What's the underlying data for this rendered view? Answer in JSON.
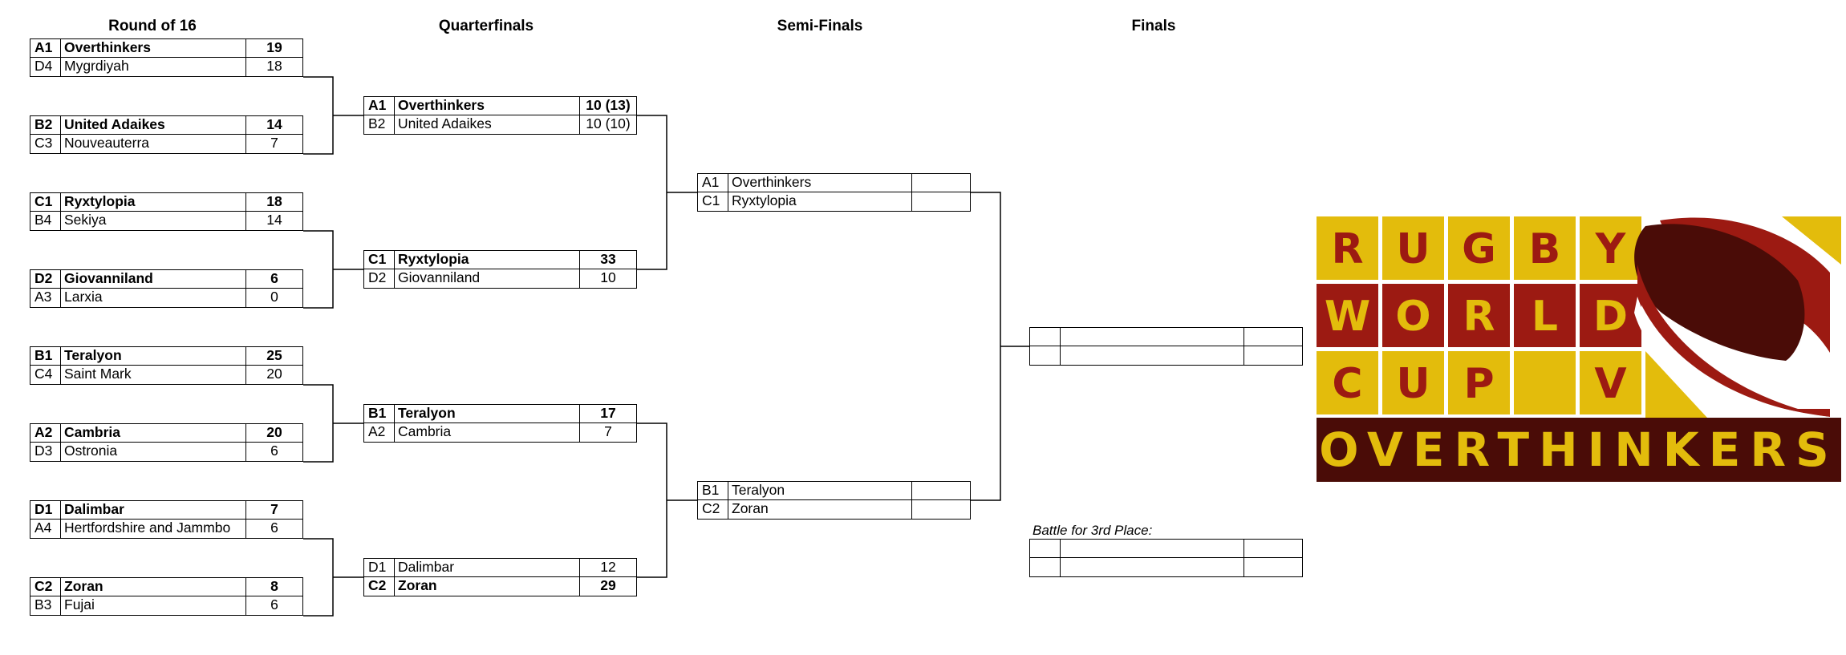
{
  "rounds": {
    "r16": "Round of 16",
    "qf": "Quarterfinals",
    "sf": "Semi-Finals",
    "final": "Finals"
  },
  "r16": [
    {
      "a": {
        "seed": "A1",
        "team": "Overthinkers",
        "score": "19",
        "win": true
      },
      "b": {
        "seed": "D4",
        "team": "Mygrdiyah",
        "score": "18",
        "win": false
      }
    },
    {
      "a": {
        "seed": "B2",
        "team": "United Adaikes",
        "score": "14",
        "win": true
      },
      "b": {
        "seed": "C3",
        "team": "Nouveauterra",
        "score": "7",
        "win": false
      }
    },
    {
      "a": {
        "seed": "C1",
        "team": "Ryxtylopia",
        "score": "18",
        "win": true
      },
      "b": {
        "seed": "B4",
        "team": "Sekiya",
        "score": "14",
        "win": false
      }
    },
    {
      "a": {
        "seed": "D2",
        "team": "Giovanniland",
        "score": "6",
        "win": true
      },
      "b": {
        "seed": "A3",
        "team": "Larxia",
        "score": "0",
        "win": false
      }
    },
    {
      "a": {
        "seed": "B1",
        "team": "Teralyon",
        "score": "25",
        "win": true
      },
      "b": {
        "seed": "C4",
        "team": "Saint Mark",
        "score": "20",
        "win": false
      }
    },
    {
      "a": {
        "seed": "A2",
        "team": "Cambria",
        "score": "20",
        "win": true
      },
      "b": {
        "seed": "D3",
        "team": "Ostronia",
        "score": "6",
        "win": false
      }
    },
    {
      "a": {
        "seed": "D1",
        "team": "Dalimbar",
        "score": "7",
        "win": true
      },
      "b": {
        "seed": "A4",
        "team": "Hertfordshire and Jammbo",
        "score": "6",
        "win": false
      }
    },
    {
      "a": {
        "seed": "C2",
        "team": "Zoran",
        "score": "8",
        "win": true
      },
      "b": {
        "seed": "B3",
        "team": "Fujai",
        "score": "6",
        "win": false
      }
    }
  ],
  "qf": [
    {
      "a": {
        "seed": "A1",
        "team": "Overthinkers",
        "score": "10 (13)",
        "win": true
      },
      "b": {
        "seed": "B2",
        "team": "United Adaikes",
        "score": "10 (10)",
        "win": false
      }
    },
    {
      "a": {
        "seed": "C1",
        "team": "Ryxtylopia",
        "score": "33",
        "win": true
      },
      "b": {
        "seed": "D2",
        "team": "Giovanniland",
        "score": "10",
        "win": false
      }
    },
    {
      "a": {
        "seed": "B1",
        "team": "Teralyon",
        "score": "17",
        "win": true
      },
      "b": {
        "seed": "A2",
        "team": "Cambria",
        "score": "7",
        "win": false
      }
    },
    {
      "a": {
        "seed": "D1",
        "team": "Dalimbar",
        "score": "12",
        "win": false
      },
      "b": {
        "seed": "C2",
        "team": "Zoran",
        "score": "29",
        "win": true
      }
    }
  ],
  "sf": [
    {
      "a": {
        "seed": "A1",
        "team": "Overthinkers",
        "score": "",
        "win": false
      },
      "b": {
        "seed": "C1",
        "team": "Ryxtylopia",
        "score": "",
        "win": false
      }
    },
    {
      "a": {
        "seed": "B1",
        "team": "Teralyon",
        "score": "",
        "win": false
      },
      "b": {
        "seed": "C2",
        "team": "Zoran",
        "score": "",
        "win": false
      }
    }
  ],
  "final": {
    "a": {
      "seed": "",
      "team": "",
      "score": "",
      "win": false
    },
    "b": {
      "seed": "",
      "team": "",
      "score": "",
      "win": false
    }
  },
  "third": {
    "label": "Battle for 3rd Place:",
    "a": {
      "seed": "",
      "team": "",
      "score": "",
      "win": false
    },
    "b": {
      "seed": "",
      "team": "",
      "score": "",
      "win": false
    }
  },
  "logo": {
    "tiles": [
      [
        "R",
        "U",
        "G",
        "B",
        "Y"
      ],
      [
        "W",
        "O",
        "R",
        "L",
        "D"
      ],
      [
        "C",
        "U",
        "P",
        "",
        "V"
      ]
    ],
    "banner": "OVERTHINKERS",
    "colors": {
      "gold": "#E3BC0C",
      "maroon": "#9C1A12",
      "dark": "#4A0C07"
    }
  }
}
